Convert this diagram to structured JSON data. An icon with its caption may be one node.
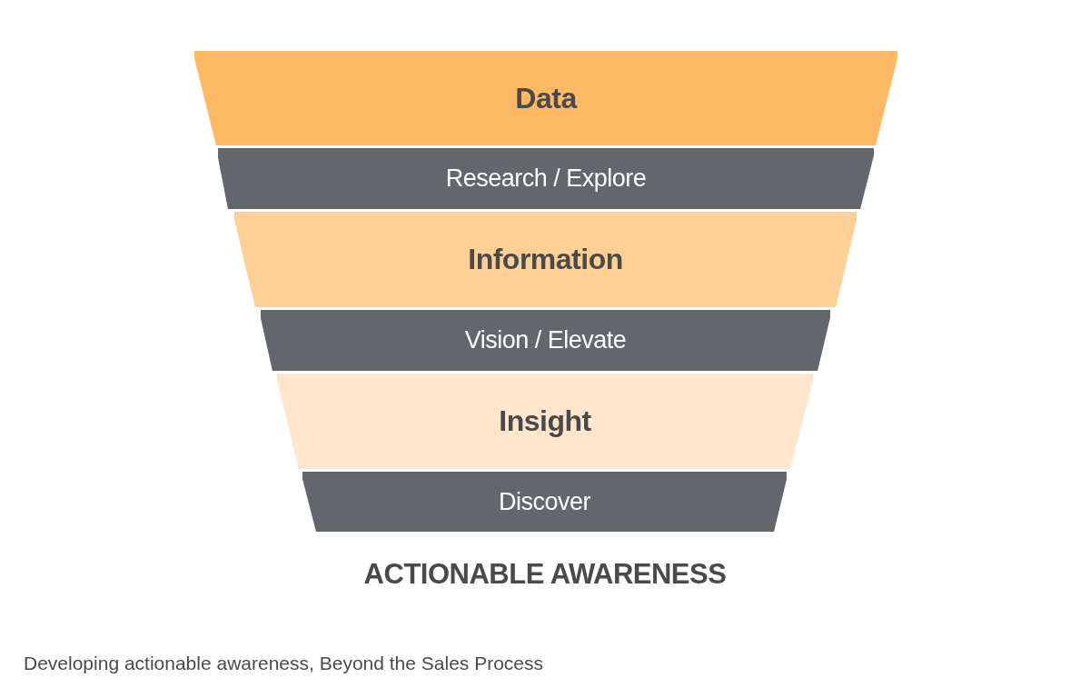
{
  "diagram": {
    "caption": "Developing actionable awareness, Beyond the Sales Process",
    "nodes": [
      {
        "text": [
          "Data"
        ]
      },
      {
        "text": [
          "Research / Explore"
        ]
      },
      {
        "text": [
          "Information"
        ]
      },
      {
        "text": [
          "Vision / Elevate"
        ]
      },
      {
        "text": [
          "Insight"
        ]
      },
      {
        "text": [
          "Discover"
        ]
      }
    ],
    "labels": [
      "ACTIONABLE AWARENESS"
    ]
  }
}
